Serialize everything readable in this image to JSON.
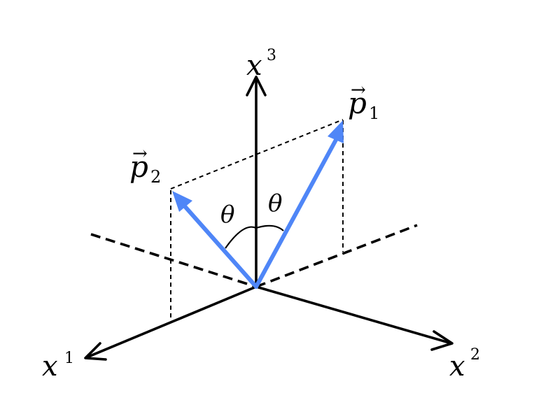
{
  "colors": {
    "axis": "#000000",
    "vector": "#4f86f7",
    "background": "#ffffff"
  },
  "labels": {
    "x1": {
      "base": "x",
      "index": "1"
    },
    "x2": {
      "base": "x",
      "index": "2"
    },
    "x3": {
      "base": "x",
      "index": "3"
    },
    "p1": {
      "arrow": "→",
      "base": "p",
      "index": "1"
    },
    "p2": {
      "arrow": "→",
      "base": "p",
      "index": "2"
    },
    "angle_left": "θ",
    "angle_right": "θ"
  }
}
